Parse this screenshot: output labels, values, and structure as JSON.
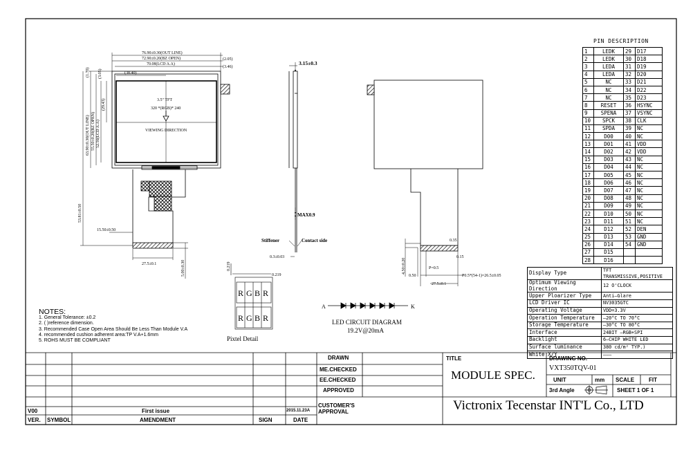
{
  "dimensions": {
    "outline_w": "76.90±0.30(OUT LINE)",
    "open_w": "72.90±0.20(BZ OPEN)",
    "va_w": "70.08(LCD A.A)",
    "d_2_05": "(2.05)",
    "d_3_46": "(3.46)",
    "d_38_40": "(38.40)",
    "d_1_70": "(1.70)",
    "d_3_05": "(3.05)",
    "outline_h": "63.90±0.30(OUT LINE)",
    "open_h": "55.50±0.20(BZ OPEN)",
    "va_h": "52.56(LCD A.A)",
    "d_29_43": "(29.43)",
    "fpc_len": "53.81±0.50",
    "fpc_pos": "15.50±0.50",
    "fpc_w": "27.5±0.1",
    "fpc_t": "5.00±0.30",
    "thick": "3.15±0.3",
    "max": "MAX0.9",
    "stiff_t": "0.3±0.03",
    "d_0_35": "0.35",
    "d_0_15": "0.15",
    "d_0_50": "0.50",
    "d_p05": "P=0.5",
    "d_pitch": "P0.5*(54-1)=26.5±0.05",
    "d_27_5b": "27.5±0.1",
    "d_side_h": "4.50±0.20",
    "d_219": "0.219",
    "d_219b": "0.219"
  },
  "lcd_face": {
    "size": "3.5\" TFT",
    "res": "320 *(RGB)* 240",
    "dir": "VIEWING DIRECTION"
  },
  "side_view": {
    "stiffener": "Stiffener",
    "contact": "Contact side"
  },
  "pixel_detail": {
    "title": "Pixtel Detail",
    "cells": [
      "R",
      "G",
      "B",
      "R"
    ]
  },
  "led": {
    "a": "A",
    "k": "K",
    "title": "LED CIRCUIT DIAGRAM",
    "spec": "19.2V@20mA"
  },
  "pin_desc": {
    "title": "PIN DESCRIPTION",
    "rows": [
      [
        "1",
        "LEDK",
        "29",
        "D17"
      ],
      [
        "2",
        "LEDK",
        "30",
        "D18"
      ],
      [
        "3",
        "LEDA",
        "31",
        "D19"
      ],
      [
        "4",
        "LEDA",
        "32",
        "D20"
      ],
      [
        "5",
        "NC",
        "33",
        "D21"
      ],
      [
        "6",
        "NC",
        "34",
        "D22"
      ],
      [
        "7",
        "NC",
        "35",
        "D23"
      ],
      [
        "8",
        "RESET",
        "36",
        "HSYNC"
      ],
      [
        "9",
        "SPENA",
        "37",
        "VSYNC"
      ],
      [
        "10",
        "SPCK",
        "38",
        "CLK"
      ],
      [
        "11",
        "SPDA",
        "39",
        "NC"
      ],
      [
        "12",
        "D00",
        "40",
        "NC"
      ],
      [
        "13",
        "D01",
        "41",
        "VDD"
      ],
      [
        "14",
        "D02",
        "42",
        "VDD"
      ],
      [
        "15",
        "D03",
        "43",
        "NC"
      ],
      [
        "16",
        "D04",
        "44",
        "NC"
      ],
      [
        "17",
        "D05",
        "45",
        "NC"
      ],
      [
        "18",
        "D06",
        "46",
        "NC"
      ],
      [
        "19",
        "D07",
        "47",
        "NC"
      ],
      [
        "20",
        "D08",
        "48",
        "NC"
      ],
      [
        "21",
        "D09",
        "49",
        "NC"
      ],
      [
        "22",
        "D10",
        "50",
        "NC"
      ],
      [
        "23",
        "D11",
        "51",
        "NC"
      ],
      [
        "24",
        "D12",
        "52",
        "DEN"
      ],
      [
        "25",
        "D13",
        "53",
        "GND"
      ],
      [
        "26",
        "D14",
        "54",
        "GND"
      ],
      [
        "27",
        "D15",
        "",
        ""
      ],
      [
        "28",
        "D16",
        "",
        ""
      ]
    ]
  },
  "specs": [
    [
      "Display Type",
      "TFT\nTRANSMISSIVE,POSITIVE"
    ],
    [
      "Optimum Viewing Direction",
      "12 O'CLOCK"
    ],
    [
      "Upper Ploarizer Type",
      "Anti–Glare"
    ],
    [
      "LCD Driver IC",
      "NV3035GTC"
    ],
    [
      "Operating Voltage",
      "VDD=3.3V"
    ],
    [
      "Operation Temperature",
      "–20°C TO 70°C"
    ],
    [
      "Storage Temperature",
      "–30°C TO 80°C"
    ],
    [
      "Interface",
      "24BIT –RGB+SPI"
    ],
    [
      "Backlight",
      "6–CHIP WHITE LED"
    ],
    [
      "Surface luminance",
      "380 cd/m² TYP.)"
    ],
    [
      "White X/Y",
      "———"
    ]
  ],
  "notes": {
    "title": "NOTES:",
    "items": [
      "1. General Tolerance: ±0.2",
      "2. (    )reference dimension.",
      "3. Recommended Case Open Area Should Be Less Than Module V.A",
      "4. recommended cushion adherent area:TP V.A+1.6mm",
      "5. ROHS  MUST BE COMPLIANT"
    ]
  },
  "title_block": {
    "drawn": "DRAWN",
    "me": "ME.CHECKED",
    "ee": "EE.CHECKED",
    "approved": "APPROVED",
    "customer": "CUSTOMER'S\nAPPROVAL",
    "rev": "V00",
    "first_issue": "First issue",
    "date_val": "2015.11.23A",
    "h_ver": "VER.",
    "h_symbol": "SYMBOL",
    "h_amend": "AMENDMENT",
    "h_sign": "SIGN",
    "h_date": "DATE",
    "title_lbl": "TITLE",
    "title_val": "MODULE  SPEC.",
    "drawing_no_lbl": "DRAWING  NO.",
    "drawing_no": "VXT350TQV-01",
    "unit": "UNIT",
    "mm": "mm",
    "scale": "SCALE",
    "fit": "FIT",
    "angle": "3rd Angle",
    "sheet": "SHEET  1  OF  1",
    "company": "Victronix Tecenstar INT'L Co., LTD"
  }
}
